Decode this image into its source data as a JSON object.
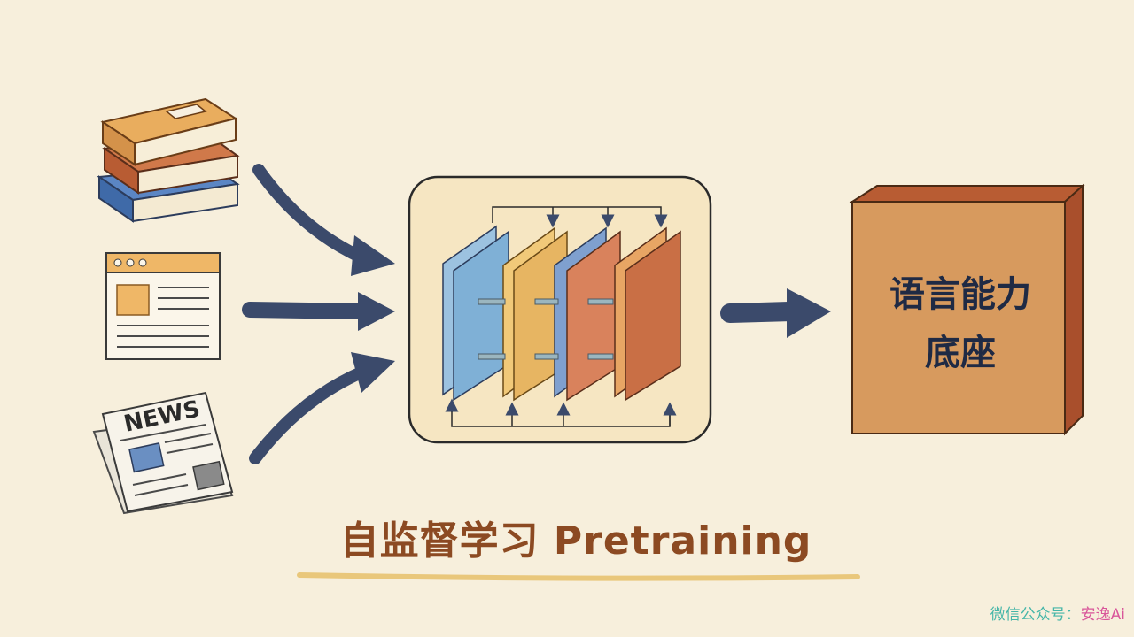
{
  "diagram": {
    "sources": [
      {
        "name": "books",
        "icon": "books-stack-icon"
      },
      {
        "name": "webpage",
        "icon": "browser-window-icon"
      },
      {
        "name": "newspaper",
        "icon": "newspaper-icon",
        "label": "NEWS"
      }
    ],
    "model": {
      "icon": "transformer-layers-icon"
    },
    "output": {
      "line1": "语言能力",
      "line2": "底座"
    },
    "caption": "自监督学习 Pretraining"
  },
  "watermark": {
    "prefix": "微信公众号：",
    "name": "安逸Ai"
  },
  "colors": {
    "background": "#f7efdc",
    "arrow": "#3b4a6b",
    "caption": "#8c4a22",
    "layer_blue": "#7fb0d6",
    "layer_yellow": "#e7b562",
    "layer_red": "#d9825c",
    "box": "#d79a5e"
  }
}
